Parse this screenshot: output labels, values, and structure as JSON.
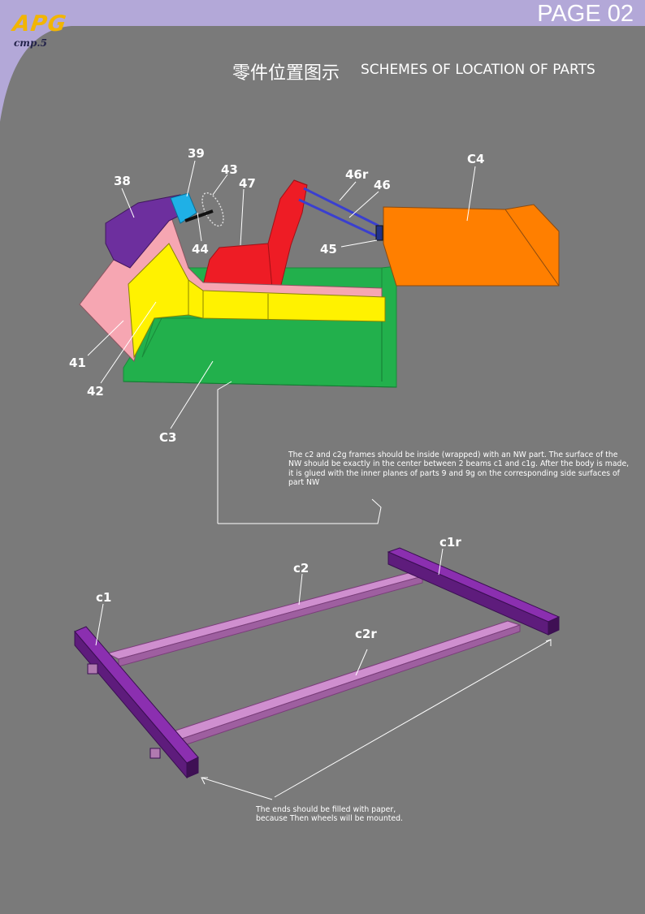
{
  "header": {
    "logo": "APG",
    "page_ref": "стр.5",
    "page_number": "PAGE 02",
    "accent_color": "#b3a8d8",
    "logo_color": "#f2b500"
  },
  "title": {
    "chinese": "零件位置图示",
    "english": "SCHEMES OF LOCATION OF PARTS"
  },
  "parts": {
    "p38": "38",
    "p39": "39",
    "p43": "43",
    "p47": "47",
    "p46r": "46r",
    "p46": "46",
    "c4": "C4",
    "p44": "44",
    "p45": "45",
    "p41": "41",
    "p42": "42",
    "c3": "C3",
    "c1": "c1",
    "c2": "c2",
    "c1r": "c1r",
    "c2r": "c2r"
  },
  "notes": {
    "frame_note": "The c2 and c2g frames should be inside (wrapped) with an NW part. The surface of the NW should be exactly in the center between 2 beams c1 and c1g. After the body is made, it is glued with the inner planes of parts 9 and 9g on the corresponding side surfaces of part NW",
    "ends_note_line1": "The ends should be filled with paper,",
    "ends_note_line2": "because Then wheels will be mounted."
  },
  "colors": {
    "background": "#7a7a7a",
    "green_c3": "#22b04c",
    "yellow_42": "#fff200",
    "pink_41": "#f6a6b2",
    "red_47": "#ee1c25",
    "purple_38": "#6d2f9e",
    "cyan_39": "#1fb0e6",
    "orange_c4": "#ff7f00",
    "beam_purple": "#7b1fa2",
    "rail_pink": "#cf8fcf"
  }
}
